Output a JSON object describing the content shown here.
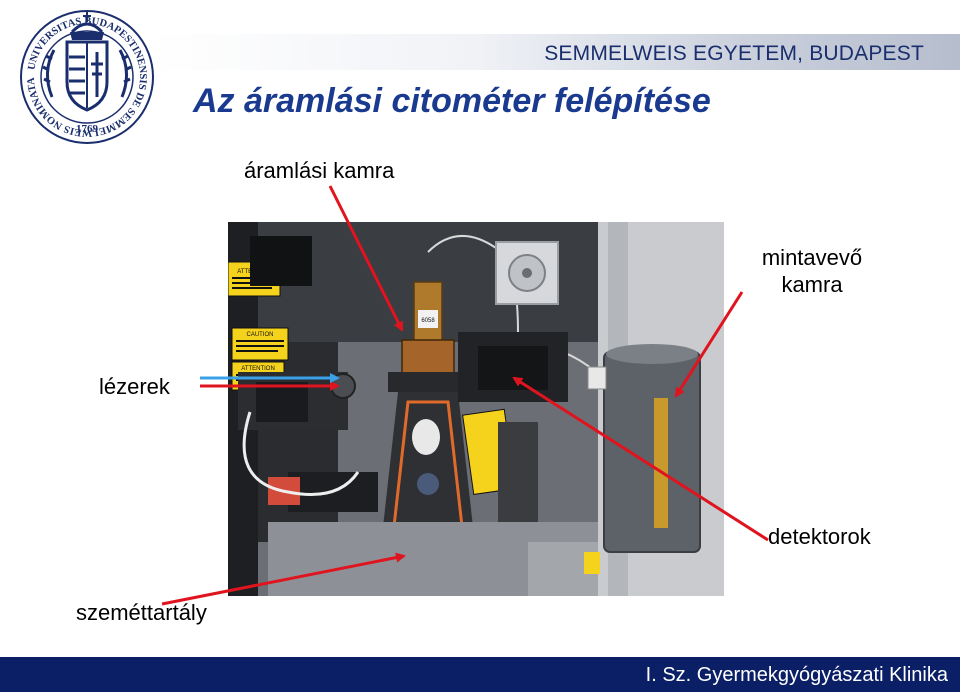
{
  "header": {
    "university": "SEMMELWEIS EGYETEM, BUDAPEST",
    "title": "Az áramlási citométer felépítése"
  },
  "seal": {
    "ring_text": "UNIVERSITAS BUDAPESTINENSIS DE SEMMELWEIS NOMINATA",
    "year": "1769"
  },
  "labels": {
    "flow_chamber": "áramlási kamra",
    "sample_chamber_line1": "mintavevő",
    "sample_chamber_line2": "kamra",
    "lasers": "lézerek",
    "detectors": "detektorok",
    "waste": "szeméttartály"
  },
  "photo_text": {
    "warning1": "ATTENTION",
    "warning2": "CAUTION",
    "warning3": "ATTENTION",
    "tube_label": "6058"
  },
  "footer": {
    "text": "I. Sz. Gyermekgyógyászati Klinika"
  },
  "colors": {
    "title": "#1a3a8f",
    "footer_bg": "#0a1f66",
    "arrow_red": "#e0141e",
    "arrow_blue": "#3aa0e8"
  }
}
